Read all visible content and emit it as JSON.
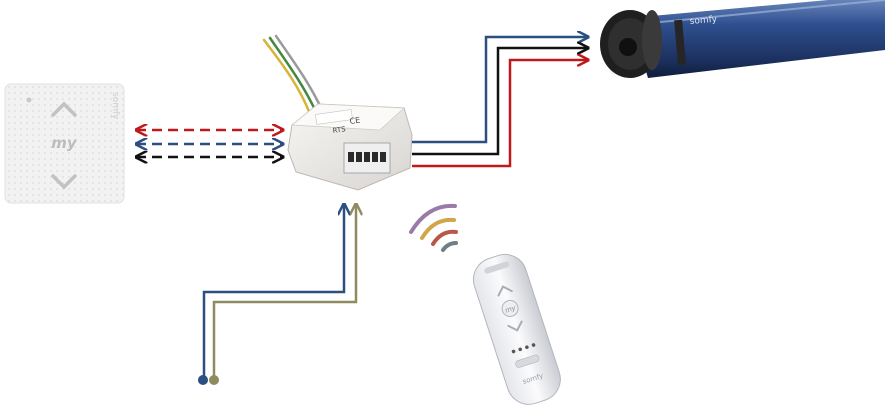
{
  "wall_switch": {
    "brand": "somfy",
    "my_label": "my",
    "icons": [
      "chevron-up-icon",
      "chevron-down-icon",
      "indicator-dot-icon"
    ]
  },
  "receiver": {
    "marking_line_1": "CE",
    "marking_line_2": "RTS",
    "terminal_count": 5
  },
  "motor": {
    "brand": "somfy"
  },
  "remote": {
    "brand": "somfy",
    "my_label": "my",
    "channel_dots": 4
  },
  "wire_colors": {
    "blue": "#2a4f80",
    "black": "#111111",
    "red": "#c0191c",
    "brown_olive": "#8f8a60",
    "wire_yellow": "#d9b23a",
    "wire_green": "#3f8a3f",
    "wire_grey": "#9a9a9a"
  },
  "signal_arc_colors": [
    "#9a7aa6",
    "#cfa64a",
    "#b8574a",
    "#6f7f86"
  ]
}
